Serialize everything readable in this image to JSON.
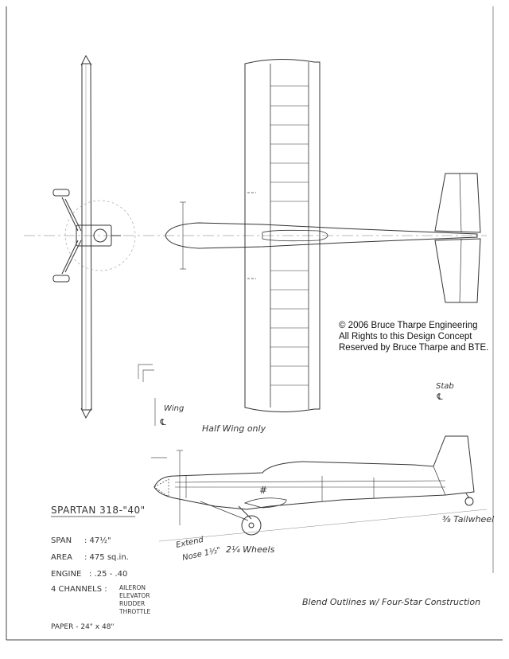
{
  "copyright": {
    "line1": "© 2006 Bruce Tharpe Engineering",
    "line2": "All Rights to this Design Concept",
    "line3": "Reserved by Bruce Tharpe and BTE."
  },
  "notes": {
    "wing": "Wing",
    "center": "℄",
    "half_wing": "Half Wing only",
    "stab": "Stab",
    "stab_center": "℄",
    "extend_nose_1": "Extend",
    "extend_nose_2": "Nose 1½\"",
    "wheels": "2¼ Wheels",
    "tailwheel": "⅜ Tailwheel",
    "blend": "Blend Outlines w/ Four-Star Construction"
  },
  "specs": {
    "title": "SPARTAN 318-\"40\"",
    "span_label": "SPAN",
    "span_value": ": 47½\"",
    "area_label": "AREA",
    "area_value": ": 475 sq.in.",
    "engine_label": "ENGINE",
    "engine_value": ": .25 - .40",
    "channels_label": "4 CHANNELS :",
    "channels": [
      "AILERON",
      "ELEVATOR",
      "RUDDER",
      "THROTTLE"
    ],
    "paper": "PAPER - 24\" x 48\""
  },
  "colors": {
    "ink": "#333333",
    "light_ink": "#777777"
  }
}
